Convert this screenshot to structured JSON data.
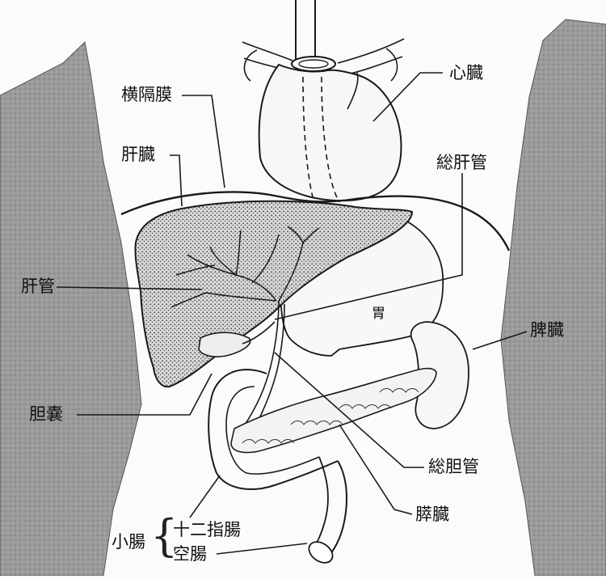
{
  "labels": {
    "heart": "心臓",
    "diaphragm": "横隔膜",
    "liver": "肝臓",
    "common_hepatic_duct": "総肝管",
    "hepatic_duct": "肝管",
    "stomach": "胃",
    "spleen": "脾臓",
    "gallbladder": "胆嚢",
    "common_bile_duct": "総胆管",
    "pancreas": "膵臓",
    "small_intestine": "小腸",
    "duodenum": "十二指腸",
    "jejunum": "空腸"
  },
  "colors": {
    "ink": "#1a1a1a",
    "body_shade": "#9a9a9a",
    "liver_stipple": "#555555",
    "paper": "#fbfbfa"
  }
}
